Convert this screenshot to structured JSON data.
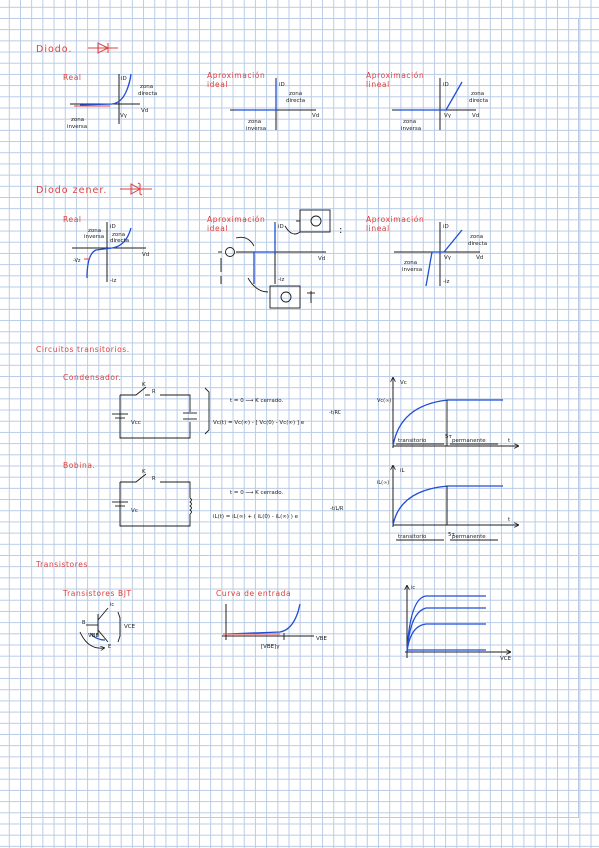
{
  "sections": {
    "diodo": "Diodo.",
    "diodo_zener": "Diodo zener.",
    "circuitos": "Circuitos transitorios.",
    "transistores": "Transistores"
  },
  "subtitles": {
    "real_1": "Real",
    "ideal_1": [
      "Aproximación",
      "ideal"
    ],
    "lineal_1": [
      "Aproximación",
      "lineal"
    ],
    "real_2": "Real",
    "ideal_2": [
      "Aproximación",
      "ideal"
    ],
    "lineal_2": [
      "Aproximación",
      "lineal"
    ],
    "condensador": "Condensador.",
    "bobina": "Bobina.",
    "bjt": "Transistores BJT",
    "curva": "Curva de entrada"
  },
  "labels": {
    "iD": "iD",
    "vd": "Vd",
    "vgamma": "Vγ",
    "zona_directa": [
      "zona",
      "directa"
    ],
    "zona_inversa": [
      "zona",
      "inversa"
    ],
    "iz": "-iz",
    "vz": "-Vz",
    "vc": "Vc",
    "vcinf": "Vc(∞)",
    "il": "iL",
    "ilinf": "iL(∞)",
    "t": "t",
    "5tau": "5τ",
    "transitorio": "transitorio",
    "permanente": "permanente",
    "k_cerrado": "t = 0  ⟶  K cerrado.",
    "k_cerrado2": "t = 0  ⟶  K cerrado.",
    "formula_vc": "Vc(t) = Vc(∞) - [ Vc(0) - Vc(∞) ] e",
    "exp_rc": "-t/RC",
    "formula_il": "iL(t) = iL(∞) + ( iL(0) - iL(∞) ) e",
    "exp_rl": "-t/L/R",
    "vcc": "Vcc",
    "k": "K",
    "r": "R",
    "vce": "VCE",
    "vbe": "VBE",
    "ic": "ic",
    "vbe_axis": "VBE",
    "vbe_gamma": "[VBE]γ",
    "ic_axis": "ic",
    "vce_axis": "VCE",
    "vcircuit": "Vc",
    "b": "B",
    "e": "E"
  }
}
